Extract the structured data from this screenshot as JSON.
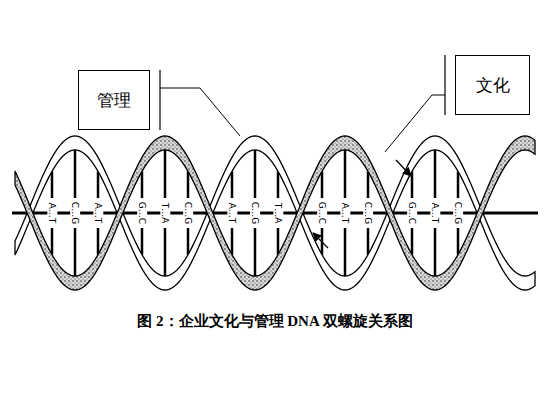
{
  "diagram": {
    "caption": "图 2：企业文化与管理 DNA 双螺旋关系图",
    "nodes": [
      {
        "text": [
          "管理"
        ]
      },
      {
        "text": [
          "文化"
        ]
      }
    ],
    "labels": [
      "A…T",
      "C…G",
      "A…T",
      "G…C",
      "T…A",
      "C…G",
      "A…T",
      "C…G",
      "T…A",
      "G…C",
      "A…T",
      "C…G",
      "G…C",
      "A…T",
      "C…G"
    ]
  }
}
